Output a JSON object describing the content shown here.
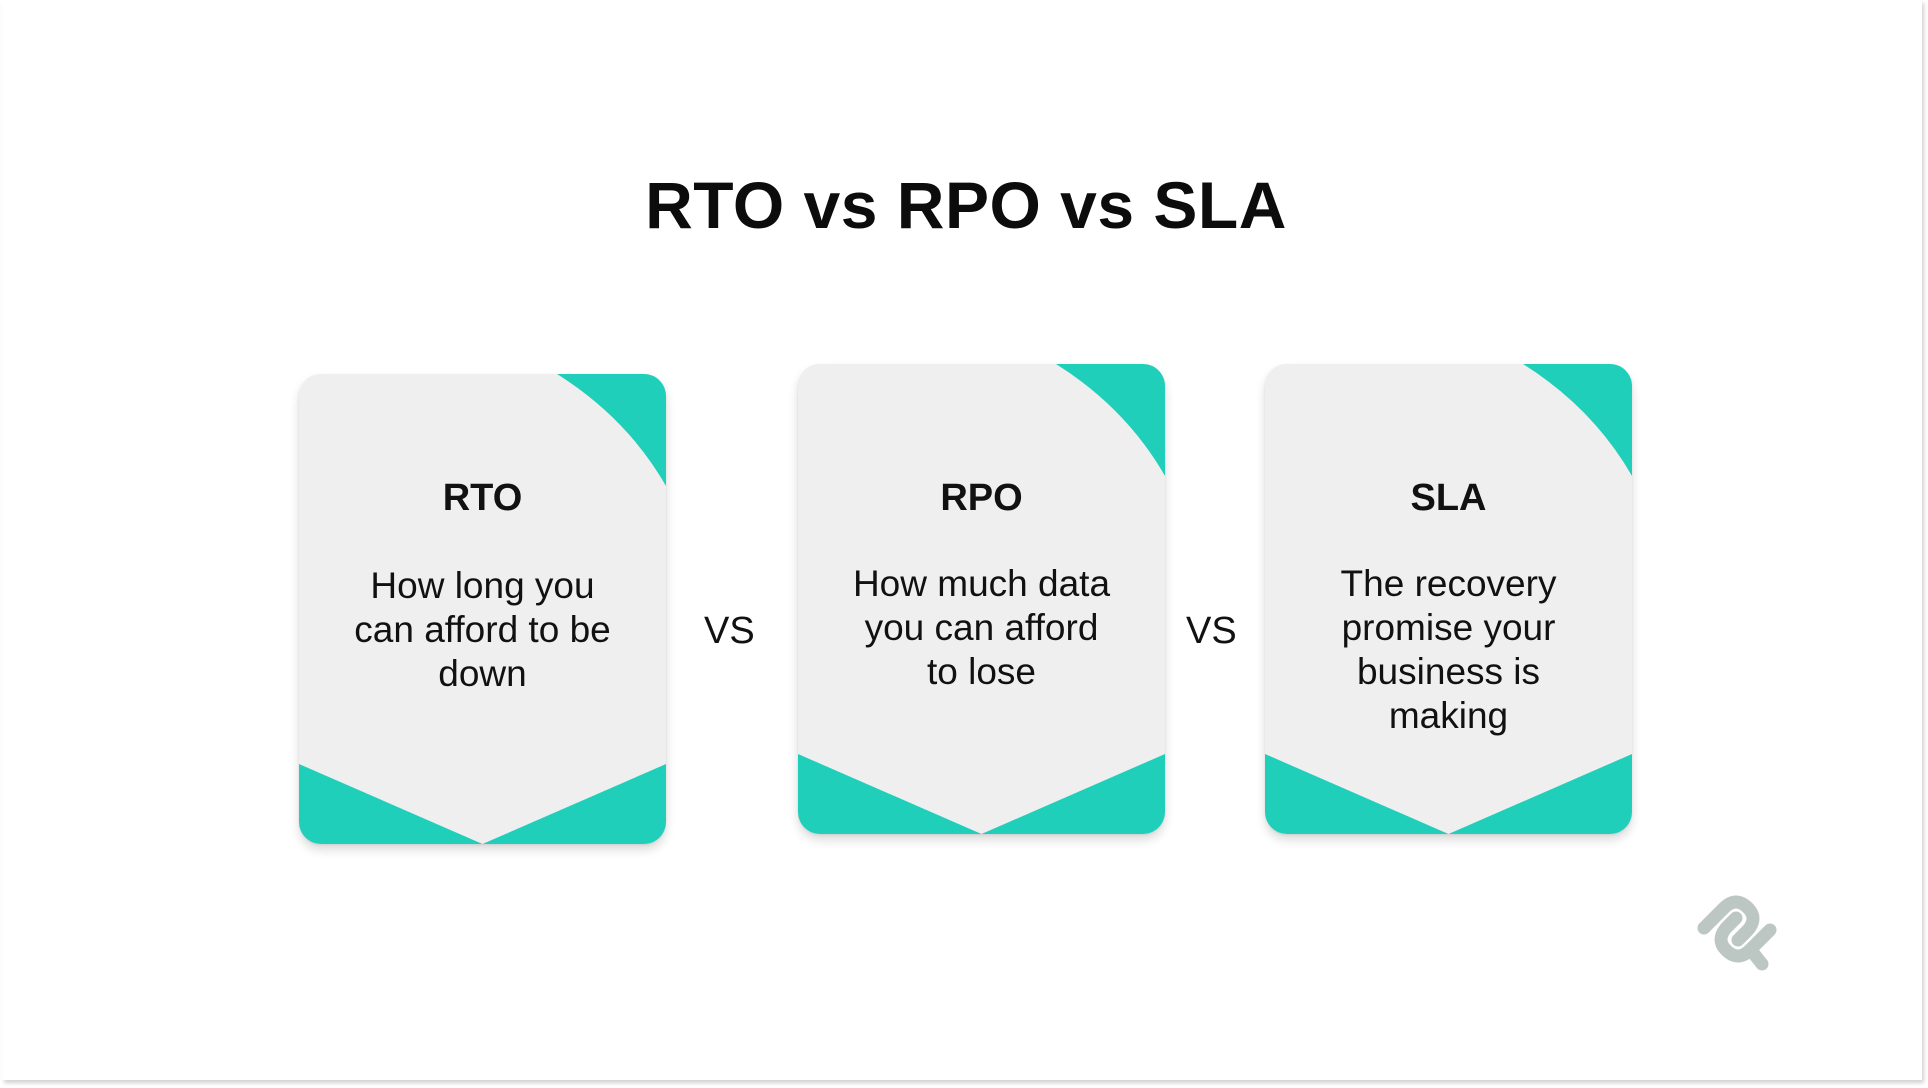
{
  "title": "RTO vs RPO vs SLA",
  "accent_color": "#20cfba",
  "card_background": "#efefef",
  "cards": [
    {
      "title": "RTO",
      "description": "How long you can afford to be down"
    },
    {
      "title": "RPO",
      "description": "How much data you can afford to lose"
    },
    {
      "title": "SLA",
      "description": "The recovery promise your business is making"
    }
  ],
  "separators": [
    "VS",
    "VS"
  ],
  "logo": {
    "icon": "chain-link-logo-icon"
  }
}
